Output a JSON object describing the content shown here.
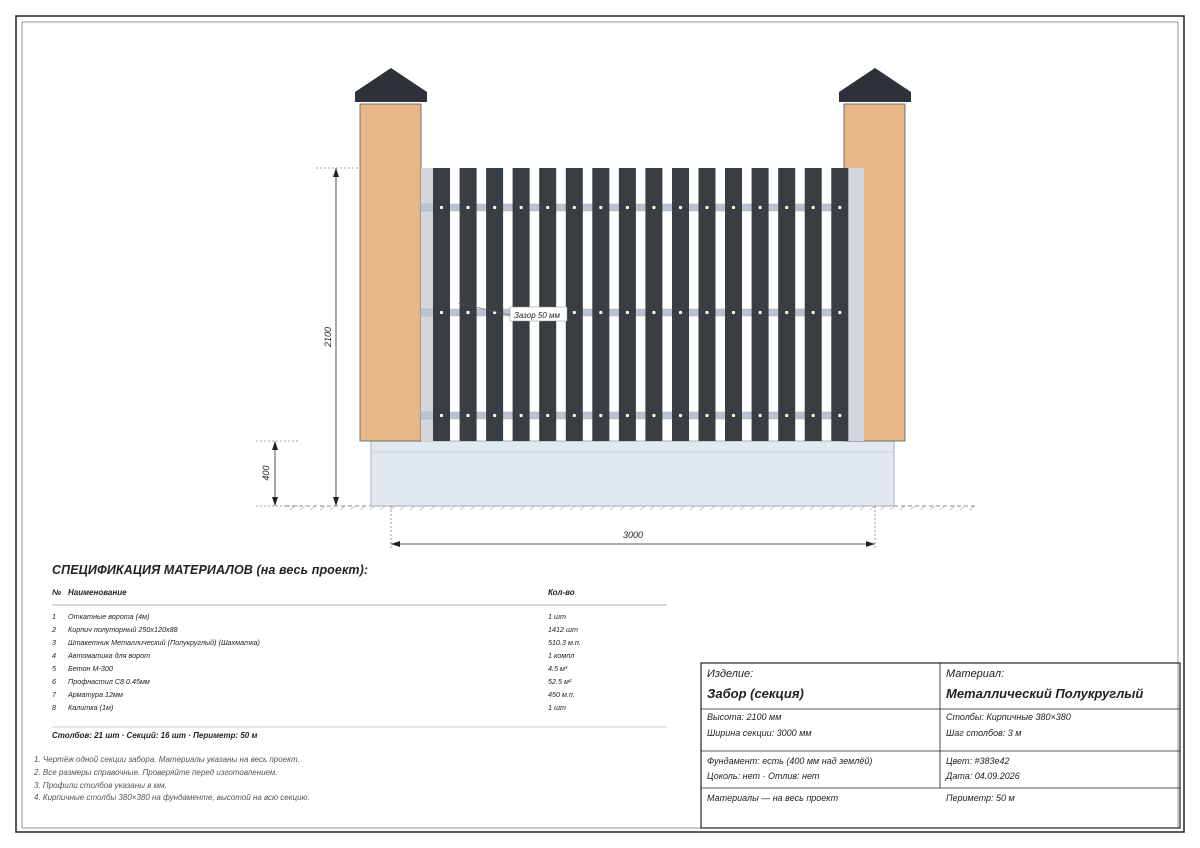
{
  "drawing": {
    "dim_height": "2100",
    "dim_base": "400",
    "dim_width": "3000",
    "gap_label": "Зазор 50 мм",
    "colors": {
      "picket": "#383e42",
      "brick": "#e8b788",
      "cap": "#2d3238",
      "base": "#e2e8ef",
      "rail": "#b8c4d4",
      "post_profile": "#d3d6dc"
    }
  },
  "spec": {
    "title": "СПЕЦИФИКАЦИЯ МАТЕРИАЛОВ (на весь проект):",
    "col_num": "№",
    "col_name": "Наименование",
    "col_qty": "Кол-во",
    "rows": [
      {
        "num": "1",
        "name": "Откатные ворота (4м)",
        "qty": "1 шт"
      },
      {
        "num": "2",
        "name": "Кирпич полуторный 250x120x88",
        "qty": "1412 шт"
      },
      {
        "num": "3",
        "name": "Штакетник Металлический (Полукруглый) (Шахматка)",
        "qty": "510.3 м.п."
      },
      {
        "num": "4",
        "name": "Автоматика для ворот",
        "qty": "1 компл"
      },
      {
        "num": "5",
        "name": "Бетон М-300",
        "qty": "4.5 м³"
      },
      {
        "num": "6",
        "name": "Профнастил С8 0.45мм",
        "qty": "52.5 м²"
      },
      {
        "num": "7",
        "name": "Арматура 12мм",
        "qty": "450 м.п."
      },
      {
        "num": "8",
        "name": "Калитка (1м)",
        "qty": "1 шт"
      }
    ],
    "summary": "Столбов: 21 шт · Секций: 16 шт · Периметр: 50 м"
  },
  "notes": [
    "1. Чертёж одной секции забора. Материалы указаны на весь проект.",
    "2. Все размеры справочные. Проверяйте перед изготовлением.",
    "3. Профили столбов указаны в мм.",
    "4. Кирпичные столбы 380×380 на фундаменте, высотой на всю секцию."
  ],
  "titleblock": {
    "product_label": "Изделие:",
    "product_value": "Забор (секция)",
    "material_label": "Материал:",
    "material_value": "Металлический Полукруглый",
    "height": "Высота: 2100 мм",
    "width": "Ширина секции: 3000 мм",
    "posts": "Столбы: Кирпичные 380×380",
    "post_step": "Шаг столбов: 3 м",
    "foundation": "Фундамент: есть (400 мм над землёй)",
    "socle": "Цоколь: нет · Отлив: нет",
    "color": "Цвет: #383e42",
    "date": "Дата: 04.09.2026",
    "materials_note": "Материалы — на весь проект",
    "perimeter": "Периметр: 50 м"
  }
}
